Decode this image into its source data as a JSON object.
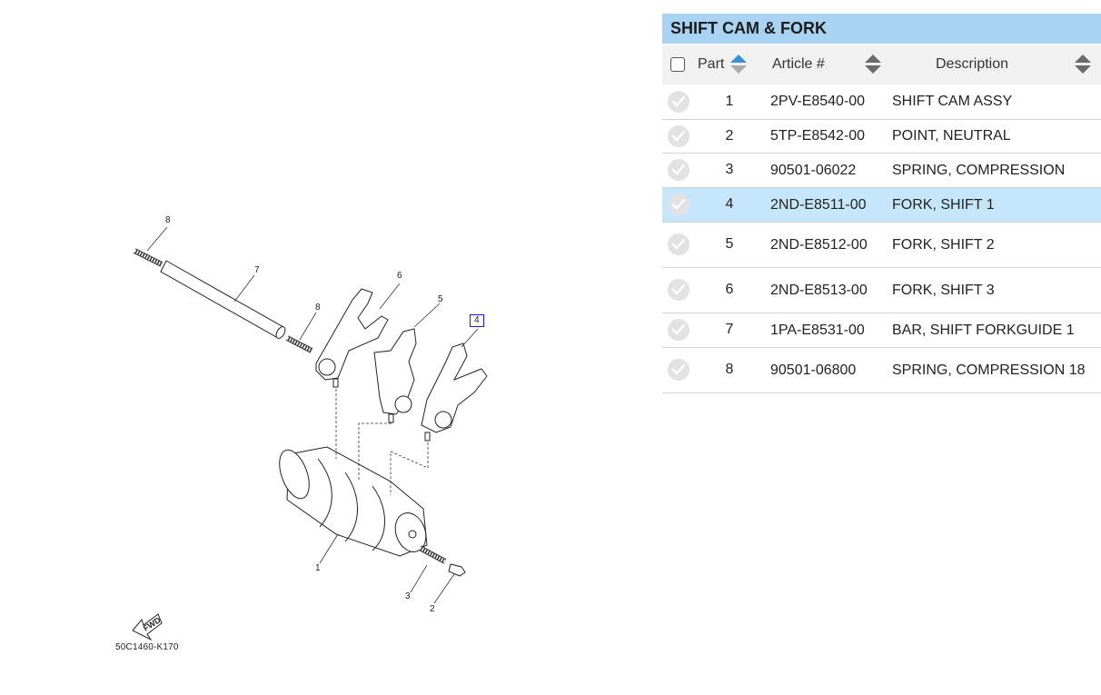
{
  "diagram": {
    "catalog_code": "50C1460-K170",
    "fwd_label": "FWD",
    "callouts": [
      "8",
      "7",
      "8",
      "6",
      "5",
      "4",
      "1",
      "3",
      "2"
    ],
    "highlighted_callout": "4"
  },
  "panel": {
    "title": "SHIFT CAM & FORK",
    "headers": {
      "part": "Part",
      "article": "Article #",
      "description": "Description"
    },
    "rows": [
      {
        "part": "1",
        "article": "2PV-E8540-00",
        "description": "SHIFT CAM ASSY",
        "selected": false
      },
      {
        "part": "2",
        "article": "5TP-E8542-00",
        "description": "POINT, NEUTRAL",
        "selected": false
      },
      {
        "part": "3",
        "article": "90501-06022",
        "description": "SPRING, COMPRESSION",
        "selected": false
      },
      {
        "part": "4",
        "article": "2ND-E8511-00",
        "description": "FORK, SHIFT 1",
        "selected": true
      },
      {
        "part": "5",
        "article": "2ND-E8512-00",
        "description": "FORK, SHIFT 2",
        "selected": false
      },
      {
        "part": "6",
        "article": "2ND-E8513-00",
        "description": "FORK, SHIFT 3",
        "selected": false
      },
      {
        "part": "7",
        "article": "1PA-E8531-00",
        "description": "BAR, SHIFT FORKGUIDE 1",
        "selected": false
      },
      {
        "part": "8",
        "article": "90501-06800",
        "description": "SPRING, COMPRESSION 18",
        "selected": false
      }
    ]
  },
  "colors": {
    "title_bar": "#a8d3f3",
    "selected_row": "#c6e7fb",
    "sort_active": "#3d8fd6",
    "callout_highlight": "#1a1acc"
  }
}
